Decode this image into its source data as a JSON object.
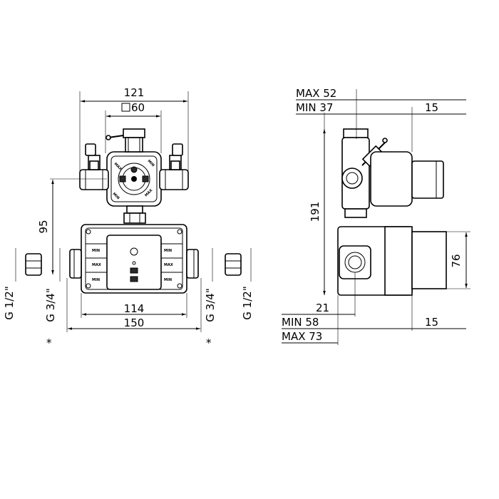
{
  "front_view": {
    "width_top": "121",
    "square_size": "60",
    "height_left": "95",
    "width_inner": "114",
    "width_total": "150",
    "thread_left_outer": "G 1/2\"",
    "thread_left_inner": "G 3/4\"",
    "thread_right_inner": "G 3/4\"",
    "thread_right_outer": "G 1/2\"",
    "asterisk_left": "*",
    "asterisk_right": "*",
    "cartridge_labels": [
      "MAX",
      "MIN",
      "MIN",
      "MAX"
    ],
    "box_labels": [
      "MIN",
      "MIN",
      "MAX",
      "MAX",
      "MIN",
      "MIN"
    ]
  },
  "side_view": {
    "max_top": "MAX 52",
    "min_top": "MIN 37",
    "offset_top": "15",
    "height_total": "191",
    "height_box": "76",
    "bottom_offset": "21",
    "min_bottom": "MIN 58",
    "offset_bottom": "15",
    "max_bottom": "MAX 73"
  }
}
